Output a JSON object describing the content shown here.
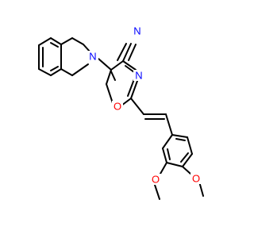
{
  "atom_labels": {
    "n_nitrile": "N",
    "n_amine": "N",
    "n_ring": "N",
    "o_ring": "O",
    "o_methoxy_top": "O",
    "o_methoxy_bottom": "O"
  },
  "colors": {
    "nitrogen": "#0000ff",
    "oxygen": "#ff0000",
    "bond": "#000000",
    "background": "#ffffff"
  }
}
